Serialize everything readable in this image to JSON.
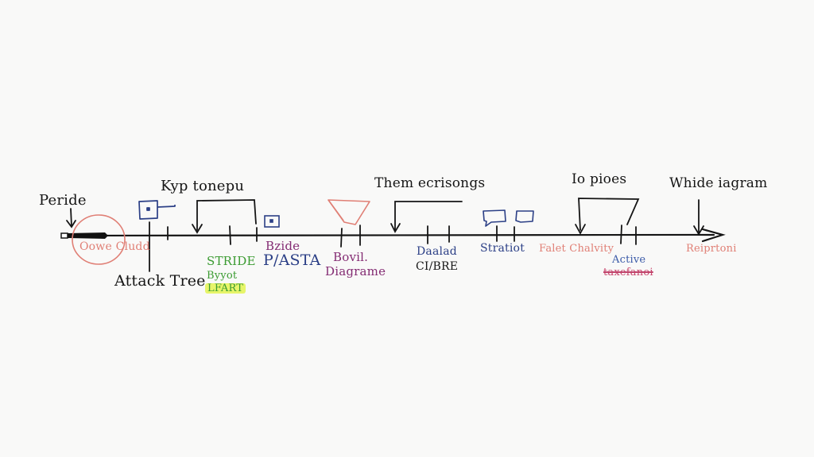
{
  "colors": {
    "ink": "#151515",
    "red": "#e07f75",
    "navy": "#2b3f86",
    "purple": "#842c73",
    "green": "#3b9b31",
    "blue": "#3a5aa8",
    "pink": "#c8436b",
    "highlight": "#e7f56a"
  },
  "labels": {
    "peride": "Peride",
    "owe_cludd": "Oowe Cludd",
    "attack_tree": "Attack Tree",
    "kyp_tonepu": "Kyp tonepu",
    "stride": "STRIDE",
    "byyot": "Byyot",
    "lfart": "LFART",
    "bzide": "Bzide",
    "piasta": "P/ASTA",
    "bovil": "Bovil.",
    "diagrame": "Diagrame",
    "them_ecrisongs": "Them ecrisongs",
    "daalad": "Daalad",
    "ci_bre": "CI/BRE",
    "stratiot": "Stratiot",
    "io_pioes": "Io pioes",
    "falet_chalvity": "Falet Chalvity",
    "active": "Active",
    "taxefanoi": "taxefanoi",
    "whide_iagram": "Whide iagram",
    "reiprtoni": "Reiprtoni"
  }
}
